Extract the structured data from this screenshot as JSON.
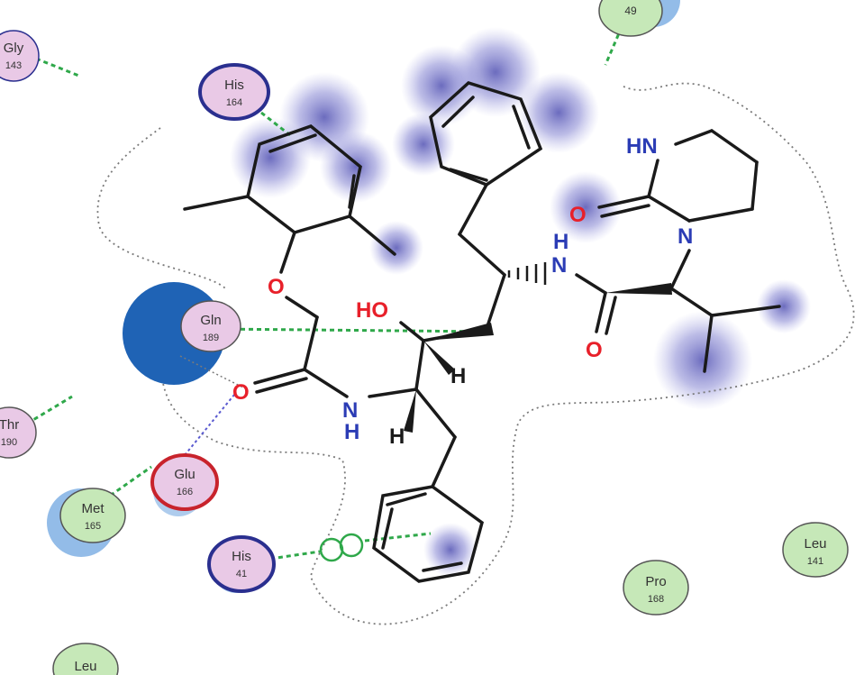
{
  "atoms": {
    "ho": "HO",
    "o_ether": "O",
    "o_amide_left": "O",
    "o_amide_right": "O",
    "o_urea": "O",
    "nh_left_n": "N",
    "nh_left_h": "H",
    "nh_right_h": "H",
    "nh_right_n": "N",
    "hn_ring": "HN",
    "n_ring": "N",
    "h_stereo_1": "H",
    "h_stereo_2": "H"
  },
  "residues": [
    {
      "id": "gly143",
      "name": "Gly",
      "number": "143"
    },
    {
      "id": "his164",
      "name": "His",
      "number": "164"
    },
    {
      "id": "res49",
      "name": "",
      "number": "49"
    },
    {
      "id": "gln189",
      "name": "Gln",
      "number": "189"
    },
    {
      "id": "thr190",
      "name": "Thr",
      "number": "190"
    },
    {
      "id": "glu166",
      "name": "Glu",
      "number": "166"
    },
    {
      "id": "met165",
      "name": "Met",
      "number": "165"
    },
    {
      "id": "his41",
      "name": "His",
      "number": "41"
    },
    {
      "id": "pro168",
      "name": "Pro",
      "number": "168"
    },
    {
      "id": "leu141",
      "name": "Leu",
      "number": "141"
    },
    {
      "id": "leu_bottom",
      "name": "Leu",
      "number": ""
    }
  ],
  "colors": {
    "bond": "#1a1a1a",
    "oxygen": "#e8202a",
    "nitrogen": "#2b3cb5",
    "hbond_green": "#2fa84a",
    "polar_fill": "#e9c9e6",
    "hydrophobic_fill": "#c6e8b8",
    "acidic_ring": "#c8232c",
    "basic_ring": "#2a2f8f",
    "exposure_blue": "#1f63b5",
    "shadow_blue": "#6a6ac8"
  }
}
